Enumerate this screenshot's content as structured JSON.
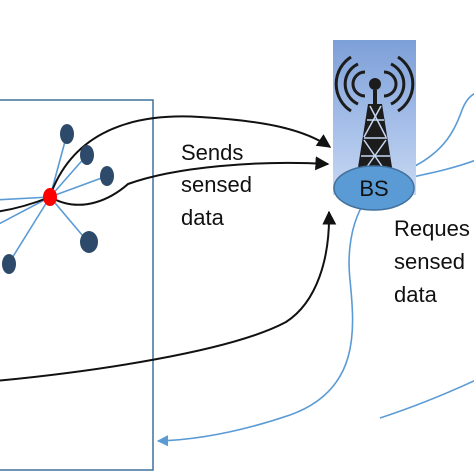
{
  "base_station": {
    "label": "BS",
    "tower_icon": "radio-tower-icon",
    "panel_color": "#8faedd",
    "ellipse_color": "#5b9bd5"
  },
  "labels": {
    "sends_lines": [
      "Sends",
      "sensed",
      "data"
    ],
    "request_lines": [
      "Reques",
      "sensed",
      "data"
    ]
  },
  "colors": {
    "region_border": "#41719c",
    "sensor_node": "#2e4a6b",
    "cluster_head": "#ff0000",
    "link_line": "#5b9bd5",
    "black_arrow": "#111111",
    "blue_arrow": "#5b9bd5"
  }
}
